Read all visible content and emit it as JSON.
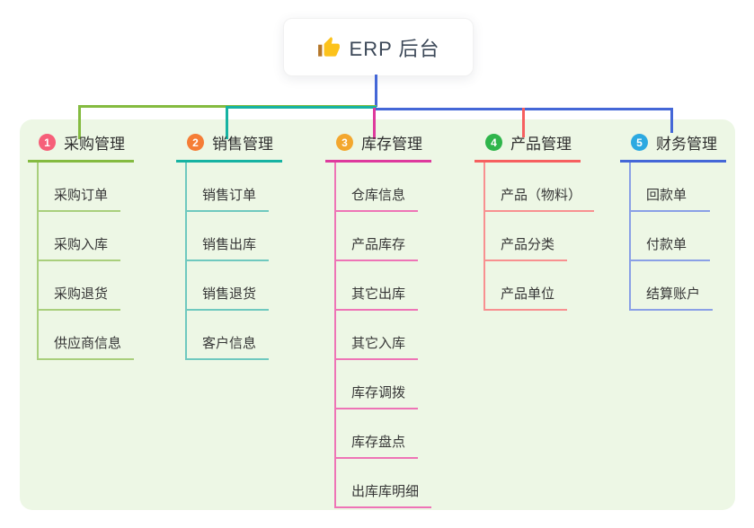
{
  "root": {
    "icon": "thumbs-up-icon",
    "label": "ERP 后台"
  },
  "branches": [
    {
      "badge": "1",
      "label": "采购管理",
      "colors": {
        "badge": "#f65f79",
        "line": "#84bb40",
        "child_line": "#a9cf7c"
      },
      "items": [
        "采购订单",
        "采购入库",
        "采购退货",
        "供应商信息"
      ]
    },
    {
      "badge": "2",
      "label": "销售管理",
      "colors": {
        "badge": "#f57d36",
        "line": "#16b3a2",
        "child_line": "#6fc9bf"
      },
      "items": [
        "销售订单",
        "销售出库",
        "销售退货",
        "客户信息"
      ]
    },
    {
      "badge": "3",
      "label": "库存管理",
      "colors": {
        "badge": "#f3a72e",
        "line": "#de3a9d",
        "child_line": "#ee74b6"
      },
      "items": [
        "仓库信息",
        "产品库存",
        "其它出库",
        "其它入库",
        "库存调拨",
        "库存盘点",
        "出库库明细"
      ]
    },
    {
      "badge": "4",
      "label": "产品管理",
      "colors": {
        "badge": "#2fb54b",
        "line": "#f65f5f",
        "child_line": "#f89090"
      },
      "items": [
        "产品（物料）",
        "产品分类",
        "产品单位"
      ]
    },
    {
      "badge": "5",
      "label": "财务管理",
      "colors": {
        "badge": "#2ca9e1",
        "line": "#4467d7",
        "child_line": "#8aa0e6"
      },
      "items": [
        "回款单",
        "付款单",
        "结算账户"
      ]
    }
  ],
  "canvas": {
    "background": "#ffffff",
    "panel_background": "#edf7e5",
    "root_connector_color": "#4467d7"
  }
}
